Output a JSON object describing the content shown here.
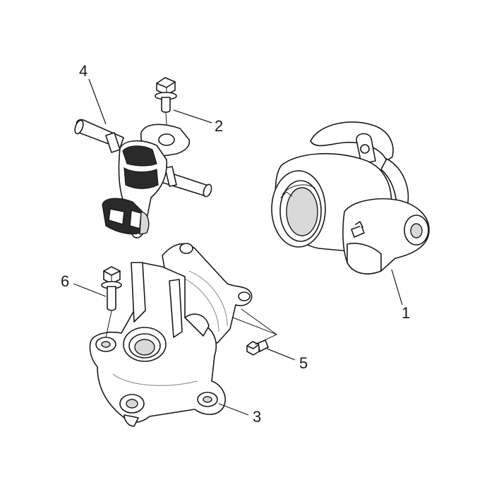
{
  "callouts": [
    {
      "id": "1",
      "label": "1"
    },
    {
      "id": "2",
      "label": "2"
    },
    {
      "id": "3",
      "label": "3"
    },
    {
      "id": "4",
      "label": "4"
    },
    {
      "id": "5",
      "label": "5"
    },
    {
      "id": "6",
      "label": "6"
    }
  ],
  "parts": [
    {
      "id": "1",
      "icon": "throttle-body-icon"
    },
    {
      "id": "2",
      "icon": "flange-bolt-icon"
    },
    {
      "id": "3",
      "icon": "intake-manifold-icon"
    },
    {
      "id": "4",
      "icon": "fuel-injector-icon"
    },
    {
      "id": "5",
      "icon": "small-bolt-icon"
    },
    {
      "id": "6",
      "icon": "long-bolt-icon"
    }
  ]
}
